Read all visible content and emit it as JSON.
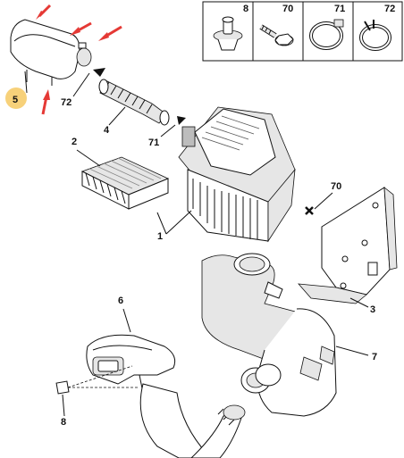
{
  "legend": {
    "items": [
      {
        "number": "8",
        "icon": "push-clip-icon"
      },
      {
        "number": "70",
        "icon": "screw-icon"
      },
      {
        "number": "71",
        "icon": "hose-clamp-icon"
      },
      {
        "number": "72",
        "icon": "spring-clamp-icon"
      }
    ]
  },
  "callouts": {
    "c5": "5",
    "c72": "72",
    "c4": "4",
    "c71": "71",
    "c2": "2",
    "c1": "1",
    "c70": "70",
    "c3": "3",
    "c6": "6",
    "c7": "7",
    "c8": "8"
  },
  "highlight": {
    "color": "#f7d17a",
    "arrow_color": "#e53935"
  }
}
